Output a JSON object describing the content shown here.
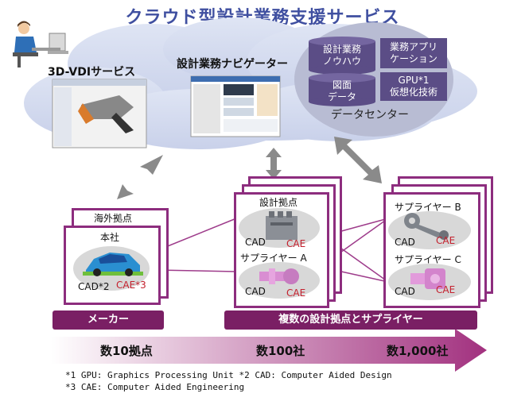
{
  "title": "クラウド型設計業務支援サービス",
  "vdi_label": "3D-VDIサービス",
  "navigator_label": "設計業務ナビゲーター",
  "datacenter_label": "データセンター",
  "datacenter": {
    "knowhow": "設計業務\nノウハウ",
    "drawing": "図面\nデータ",
    "business_app": "業務アプリ\nケーション",
    "gpu": "GPU*1\n仮想化技術"
  },
  "maker": {
    "overseas": "海外拠点",
    "hq": "本社",
    "cad": "CAD*2",
    "cae": "CAE*3"
  },
  "design_hub": {
    "label": "設計拠点",
    "cad": "CAD",
    "cae": "CAE",
    "supplier_a": "サプライヤー A",
    "cad_a": "CAD",
    "cae_a": "CAE"
  },
  "suppliers": {
    "b": "サプライヤー B",
    "cad_b": "CAD",
    "cae_b": "CAE",
    "c": "サプライヤー C",
    "cad_c": "CAD",
    "cae_c": "CAE"
  },
  "bands": {
    "maker": "メーカー",
    "multi": "複数の設計拠点とサプライヤー"
  },
  "scale": {
    "s1": "数10拠点",
    "s2": "数100社",
    "s3": "数1,000社"
  },
  "footnotes": {
    "line1": "*1 GPU: Graphics Processing Unit  *2 CAD: Computer Aided Design",
    "line2": "*3 CAE: Computer Aided Engineering"
  },
  "colors": {
    "title": "#3f4fa0",
    "accent": "#8d2d7e",
    "database": "#5b4d86",
    "cae_text": "#c4202d"
  }
}
